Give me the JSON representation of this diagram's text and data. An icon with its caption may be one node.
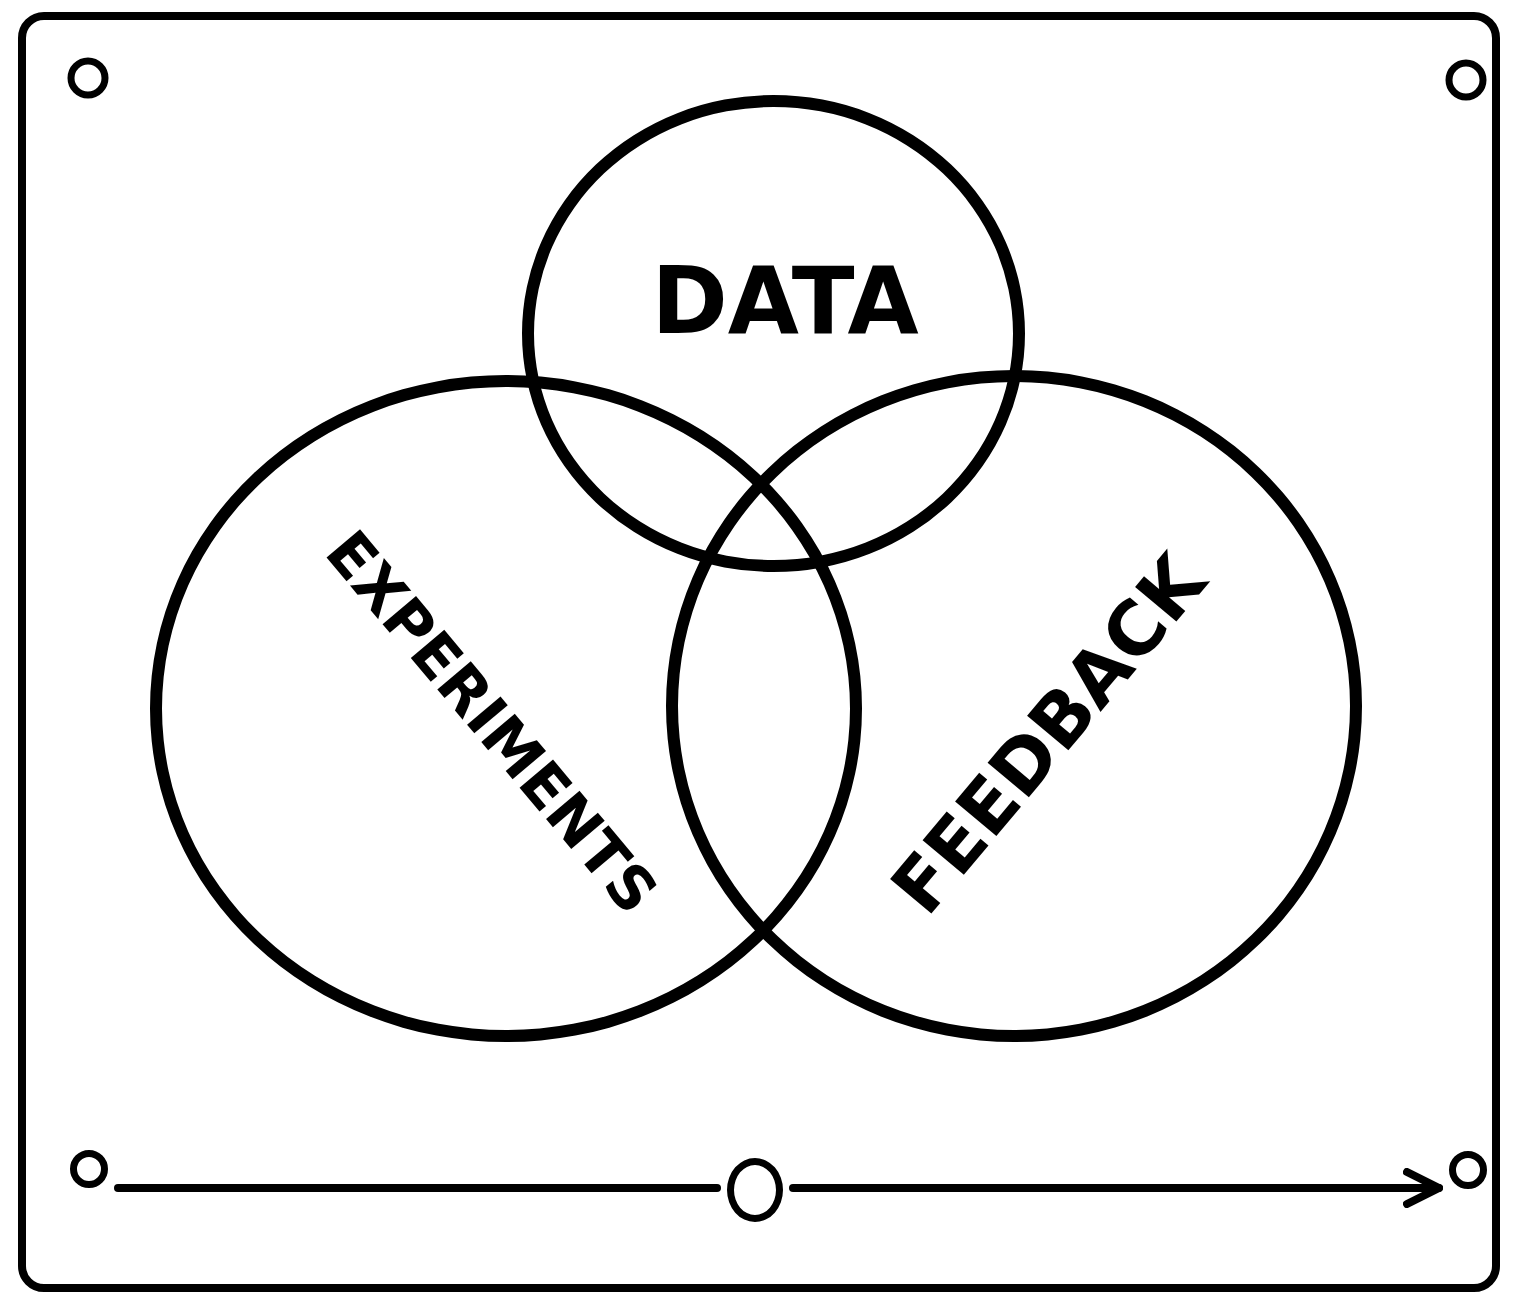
{
  "diagram": {
    "nodes": [
      {
        "text": [
          "DATA"
        ]
      },
      {
        "text": [
          "EXPERIMENTS"
        ]
      },
      {
        "text": [
          "FEEDBACK"
        ]
      },
      {
        "text": [],
        "shape": "circle"
      },
      {
        "text": [],
        "shape": "circle"
      },
      {
        "text": [],
        "shape": "circle"
      }
    ],
    "edges": [
      {
        "from": 3,
        "to": 4,
        "arrow": "none"
      },
      {
        "from": 4,
        "to": 5,
        "arrow": "to"
      }
    ]
  }
}
